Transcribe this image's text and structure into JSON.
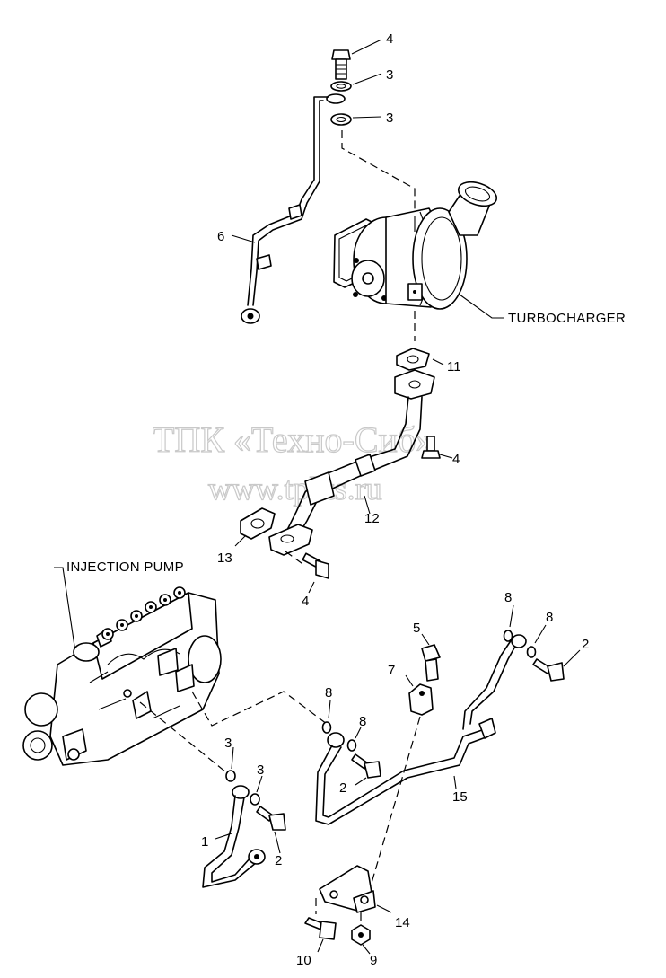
{
  "watermark": {
    "line1": "ТПК «Техно-Сиб»",
    "line2": "www.tpkts.ru"
  },
  "assembly_labels": {
    "turbocharger": "TURBOCHARGER",
    "injection_pump": "INJECTION PUMP"
  },
  "callouts": {
    "c4_top": "4",
    "c3_top_a": "3",
    "c3_top_b": "3",
    "c6": "6",
    "c11": "11",
    "c4_mid": "4",
    "c12": "12",
    "c13": "13",
    "c4_low": "4",
    "c8_a": "8",
    "c8_b": "8",
    "c2_right": "2",
    "c5": "5",
    "c7": "7",
    "c8_c": "8",
    "c8_d": "8",
    "c2_mid": "2",
    "c3_left_a": "3",
    "c3_left_b": "3",
    "c1": "1",
    "c2_left": "2",
    "c15": "15",
    "c14": "14",
    "c10": "10",
    "c9": "9"
  }
}
